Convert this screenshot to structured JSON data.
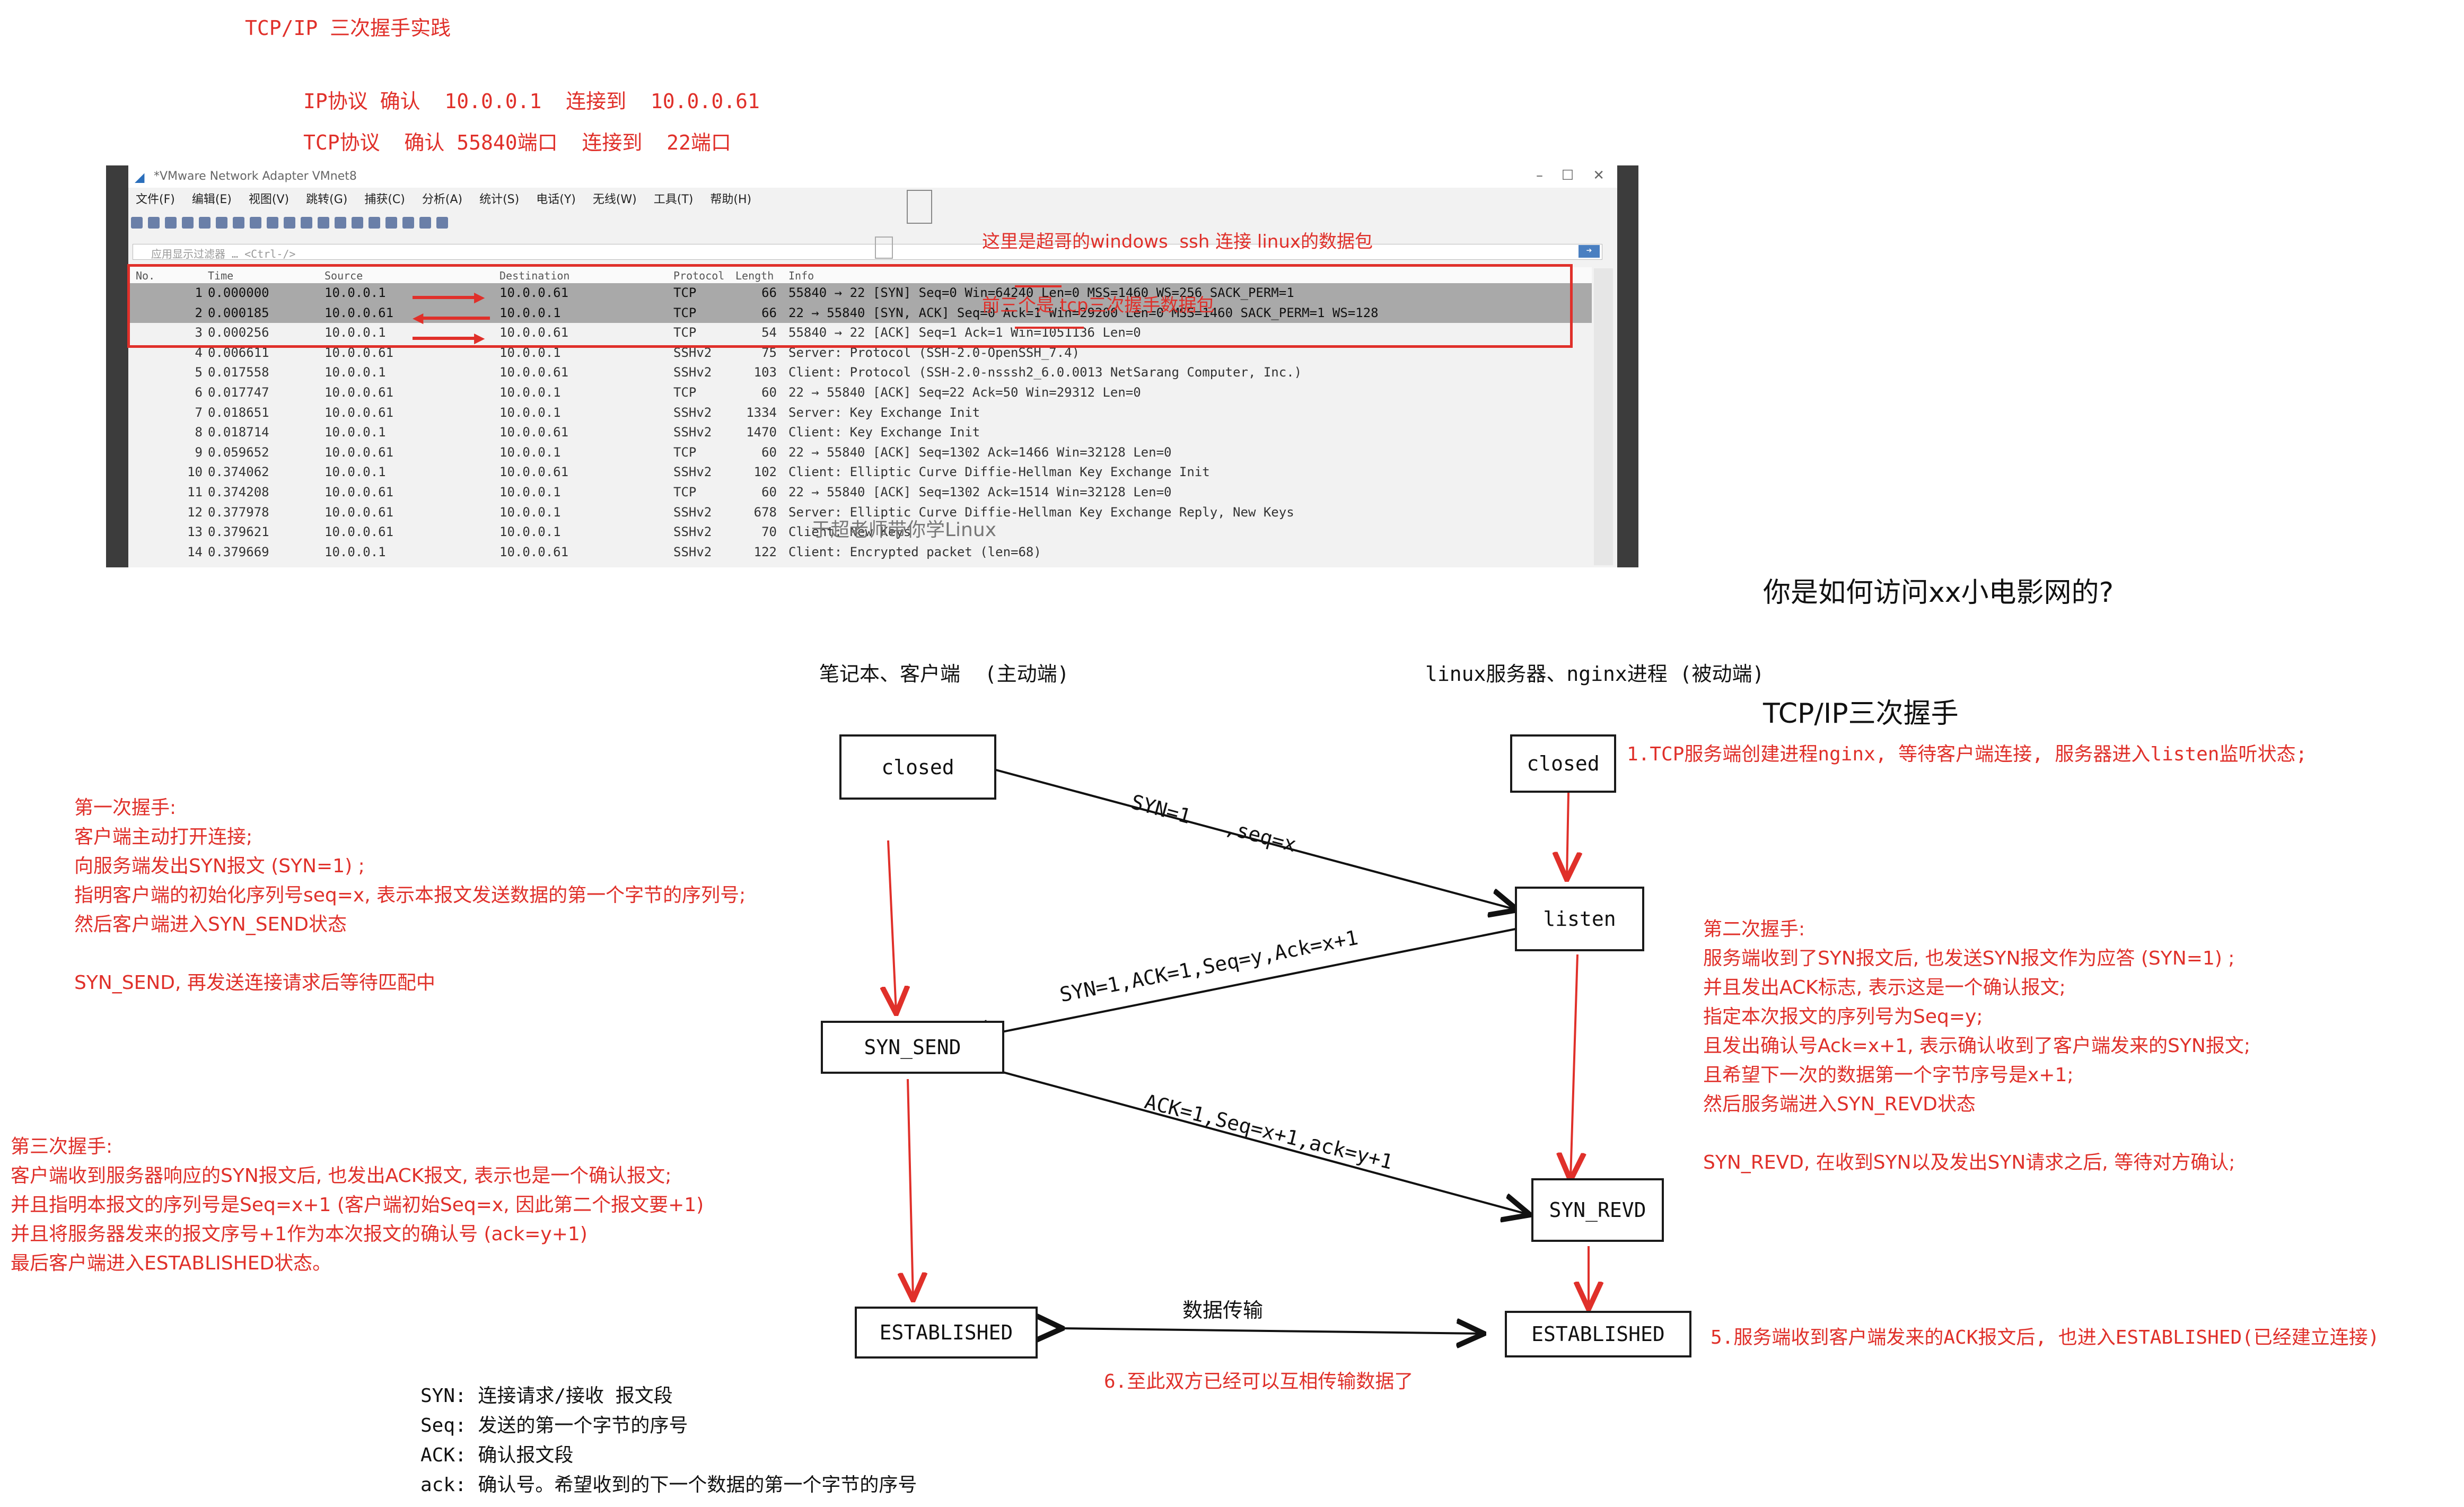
{
  "header": {
    "title": "TCP/IP 三次握手实践",
    "ip_line": "IP协议 确认  10.0.0.1  连接到  10.0.0.61",
    "tcp_line": "TCP协议  确认 55840端口  连接到  22端口"
  },
  "wireshark": {
    "window_title": "*VMware Network Adapter VMnet8",
    "menu": [
      "文件(F)",
      "编辑(E)",
      "视图(V)",
      "跳转(G)",
      "捕获(C)",
      "分析(A)",
      "统计(S)",
      "电话(Y)",
      "无线(W)",
      "工具(T)",
      "帮助(H)"
    ],
    "filter_placeholder": "应用显示过滤器 … <Ctrl-/>",
    "columns": [
      "No.",
      "Time",
      "Source",
      "Destination",
      "Protocol",
      "Length",
      "Info"
    ],
    "packets": [
      {
        "no": "1",
        "time": "0.000000",
        "src": "10.0.0.1",
        "dst": "10.0.0.61",
        "proto": "TCP",
        "len": "66",
        "info": "55840 → 22 [SYN] Seq=0 Win=64240 Len=0 MSS=1460 WS=256 SACK_PERM=1"
      },
      {
        "no": "2",
        "time": "0.000185",
        "src": "10.0.0.61",
        "dst": "10.0.0.1",
        "proto": "TCP",
        "len": "66",
        "info": "22 → 55840 [SYN, ACK] Seq=0 Ack=1 Win=29200 Len=0 MSS=1460 SACK_PERM=1 WS=128"
      },
      {
        "no": "3",
        "time": "0.000256",
        "src": "10.0.0.1",
        "dst": "10.0.0.61",
        "proto": "TCP",
        "len": "54",
        "info": "55840 → 22 [ACK] Seq=1 Ack=1 Win=1051136 Len=0"
      },
      {
        "no": "4",
        "time": "0.006611",
        "src": "10.0.0.61",
        "dst": "10.0.0.1",
        "proto": "SSHv2",
        "len": "75",
        "info": "Server: Protocol (SSH-2.0-OpenSSH_7.4)"
      },
      {
        "no": "5",
        "time": "0.017558",
        "src": "10.0.0.1",
        "dst": "10.0.0.61",
        "proto": "SSHv2",
        "len": "103",
        "info": "Client: Protocol (SSH-2.0-nsssh2_6.0.0013 NetSarang Computer, Inc.)"
      },
      {
        "no": "6",
        "time": "0.017747",
        "src": "10.0.0.61",
        "dst": "10.0.0.1",
        "proto": "TCP",
        "len": "60",
        "info": "22 → 55840 [ACK] Seq=22 Ack=50 Win=29312 Len=0"
      },
      {
        "no": "7",
        "time": "0.018651",
        "src": "10.0.0.61",
        "dst": "10.0.0.1",
        "proto": "SSHv2",
        "len": "1334",
        "info": "Server: Key Exchange Init"
      },
      {
        "no": "8",
        "time": "0.018714",
        "src": "10.0.0.1",
        "dst": "10.0.0.61",
        "proto": "SSHv2",
        "len": "1470",
        "info": "Client: Key Exchange Init"
      },
      {
        "no": "9",
        "time": "0.059652",
        "src": "10.0.0.61",
        "dst": "10.0.0.1",
        "proto": "TCP",
        "len": "60",
        "info": "22 → 55840 [ACK] Seq=1302 Ack=1466 Win=32128 Len=0"
      },
      {
        "no": "10",
        "time": "0.374062",
        "src": "10.0.0.1",
        "dst": "10.0.0.61",
        "proto": "SSHv2",
        "len": "102",
        "info": "Client: Elliptic Curve Diffie-Hellman Key Exchange Init"
      },
      {
        "no": "11",
        "time": "0.374208",
        "src": "10.0.0.61",
        "dst": "10.0.0.1",
        "proto": "TCP",
        "len": "60",
        "info": "22 → 55840 [ACK] Seq=1302 Ack=1514 Win=32128 Len=0"
      },
      {
        "no": "12",
        "time": "0.377978",
        "src": "10.0.0.61",
        "dst": "10.0.0.1",
        "proto": "SSHv2",
        "len": "678",
        "info": "Server: Elliptic Curve Diffie-Hellman Key Exchange Reply, New Keys"
      },
      {
        "no": "13",
        "time": "0.379621",
        "src": "10.0.0.61",
        "dst": "10.0.0.1",
        "proto": "SSHv2",
        "len": "70",
        "info": "Client: New Keys"
      },
      {
        "no": "14",
        "time": "0.379669",
        "src": "10.0.0.1",
        "dst": "10.0.0.61",
        "proto": "SSHv2",
        "len": "122",
        "info": "Client: Encrypted packet (len=68)"
      }
    ],
    "watermark": "于超老师带你学Linux",
    "annotation_line1": "这里是超哥的windows  ssh 连接 linux的数据包",
    "annotation_line2": "前三个是 tcp三次握手数据包"
  },
  "question": {
    "line1": "你是如何访问xx小电影网的?",
    "line2": "TCP/IP三次握手"
  },
  "diagram": {
    "client_header": "笔记本、客户端  (主动端)",
    "server_header": "linux服务器、nginx进程 (被动端)",
    "states": {
      "client_closed": "closed",
      "server_closed": "closed",
      "listen": "listen",
      "syn_send": "SYN_SEND",
      "syn_revd": "SYN_REVD",
      "client_established": "ESTABLISHED",
      "server_established": "ESTABLISHED"
    },
    "msg1": "SYN=1   ,seq=x",
    "msg2": "SYN=1,ACK=1,Seq=y,Ack=x+1",
    "msg3": "ACK=1,Seq=x+1,ack=y+1",
    "data_transfer": "数据传输",
    "step1": "1.TCP服务端创建进程nginx, 等待客户端连接, 服务器进入listen监听状态;",
    "step5": "5.服务端收到客户端发来的ACK报文后, 也进入ESTABLISHED(已经建立连接)",
    "step6": "6.至此双方已经可以互相传输数据了",
    "first_handshake": "第一次握手:\n客户端主动打开连接;\n向服务端发出SYN报文 (SYN=1) ;\n指明客户端的初始化序列号seq=x, 表示本报文发送数据的第一个字节的序列号;\n然后客户端进入SYN_SEND状态\n\nSYN_SEND, 再发送连接请求后等待匹配中",
    "second_handshake": "第二次握手:\n服务端收到了SYN报文后, 也发送SYN报文作为应答 (SYN=1) ;\n并且发出ACK标志, 表示这是一个确认报文;\n指定本次报文的序列号为Seq=y;\n且发出确认号Ack=x+1, 表示确认收到了客户端发来的SYN报文;\n且希望下一次的数据第一个字节序号是x+1;\n然后服务端进入SYN_REVD状态\n\nSYN_REVD, 在收到SYN以及发出SYN请求之后, 等待对方确认;",
    "third_handshake": "第三次握手:\n客户端收到服务器响应的SYN报文后, 也发出ACK报文, 表示也是一个确认报文;\n并且指明本报文的序列号是Seq=x+1 (客户端初始Seq=x, 因此第二个报文要+1)\n并且将服务器发来的报文序号+1作为本次报文的确认号 (ack=y+1)\n最后客户端进入ESTABLISHED状态。",
    "legend": "SYN: 连接请求/接收 报文段\nSeq: 发送的第一个字节的序号\nACK: 确认报文段\nack: 确认号。希望收到的下一个数据的第一个字节的序号"
  },
  "colors": {
    "accent": "#e0302a",
    "ink": "#111111",
    "ws_selected": "#a9a9a9"
  }
}
